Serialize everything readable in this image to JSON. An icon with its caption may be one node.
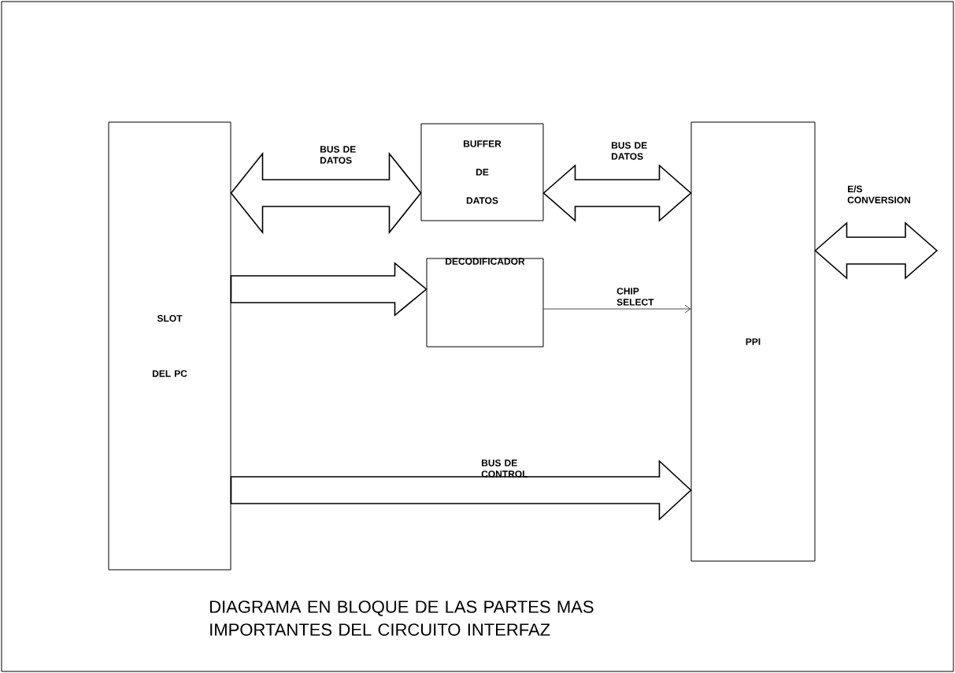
{
  "diagram": {
    "caption": "DIAGRAMA EN BLOQUE DE LAS PARTES MAS IMPORTANTES DEL CIRCUITO INTERFAZ",
    "nodes": [
      {
        "text": [
          "SLOT DEL PC"
        ]
      },
      {
        "text": [
          "BUFFER DE DATOS"
        ]
      },
      {
        "text": [
          "PPI"
        ]
      },
      {
        "text": [
          "DECODIFICADOR"
        ]
      }
    ],
    "edges": [
      {
        "from": 0,
        "to": 1,
        "arrow": "both",
        "label": "BUS DE DATOS",
        "style": "thick"
      },
      {
        "from": 1,
        "to": 2,
        "arrow": "both",
        "label": "BUS DE DATOS",
        "style": "thick"
      },
      {
        "from": 2,
        "to": null,
        "arrow": "both",
        "label": "E/S CONVERSION",
        "style": "thick"
      },
      {
        "from": 0,
        "to": 3,
        "arrow": "to",
        "style": "thick"
      },
      {
        "from": 3,
        "to": 2,
        "arrow": "to",
        "label": "CHIP SELECT"
      },
      {
        "from": 0,
        "to": 2,
        "arrow": "to",
        "label": "BUS DE CONTROL",
        "style": "thick"
      }
    ]
  }
}
